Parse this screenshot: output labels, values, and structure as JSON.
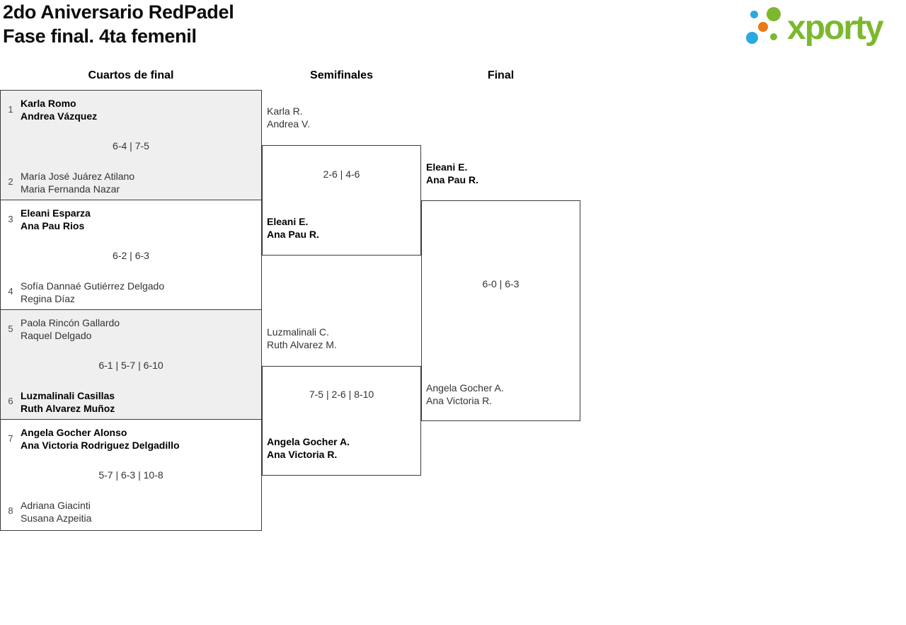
{
  "page": {
    "title_line1": "2do Aniversario RedPadel",
    "title_line2": "Fase final. 4ta femenil"
  },
  "logo": {
    "text": "xporty",
    "brand_green": "#7cb82d",
    "brand_blue": "#29a9e0",
    "brand_orange": "#e87b17"
  },
  "columns": {
    "quarterfinals": "Cuartos de final",
    "semifinals": "Semifinales",
    "final": "Final"
  },
  "colors": {
    "border": "#3b3b3b",
    "shaded_row": "#efefef",
    "winner_text": "#000000",
    "loser_text": "#333333"
  },
  "bracket": {
    "quarterfinals": [
      {
        "seed_top": "1",
        "team_top": [
          "Karla Romo",
          "Andrea Vázquez"
        ],
        "top_winner": true,
        "score": "6-4 | 7-5",
        "seed_bottom": "2",
        "team_bottom": [
          "María José Juárez Atilano",
          "Maria Fernanda Nazar"
        ],
        "bottom_winner": false
      },
      {
        "seed_top": "3",
        "team_top": [
          "Eleani Esparza",
          "Ana Pau Rios"
        ],
        "top_winner": true,
        "score": "6-2 | 6-3",
        "seed_bottom": "4",
        "team_bottom": [
          "Sofía Dannaé Gutiérrez Delgado",
          "Regina Díaz"
        ],
        "bottom_winner": false
      },
      {
        "seed_top": "5",
        "team_top": [
          "Paola Rincón Gallardo",
          "Raquel Delgado"
        ],
        "top_winner": false,
        "score": "6-1 | 5-7 | 6-10",
        "seed_bottom": "6",
        "team_bottom": [
          "Luzmalinali Casillas",
          "Ruth Alvarez Muñoz"
        ],
        "bottom_winner": true
      },
      {
        "seed_top": "7",
        "team_top": [
          "Angela Gocher Alonso",
          "Ana Victoria Rodriguez Delgadillo"
        ],
        "top_winner": true,
        "score": "5-7 | 6-3 | 10-8",
        "seed_bottom": "8",
        "team_bottom": [
          "Adriana Giacinti",
          "Susana Azpeitia"
        ],
        "bottom_winner": false
      }
    ],
    "semifinals": [
      {
        "team_top": [
          "Karla R.",
          "Andrea V."
        ],
        "top_winner": false,
        "score": "2-6 | 4-6",
        "team_bottom": [
          "Eleani E.",
          "Ana Pau R."
        ],
        "bottom_winner": true
      },
      {
        "team_top": [
          "Luzmalinali C.",
          "Ruth Alvarez M."
        ],
        "top_winner": false,
        "score": "7-5 | 2-6 | 8-10",
        "team_bottom": [
          "Angela Gocher A.",
          "Ana Victoria R."
        ],
        "bottom_winner": true
      }
    ],
    "final": {
      "team_top": [
        "Eleani E.",
        "Ana Pau R."
      ],
      "top_winner": true,
      "score": "6-0 | 6-3",
      "team_bottom": [
        "Angela Gocher A.",
        "Ana Victoria R."
      ],
      "bottom_winner": false
    }
  }
}
